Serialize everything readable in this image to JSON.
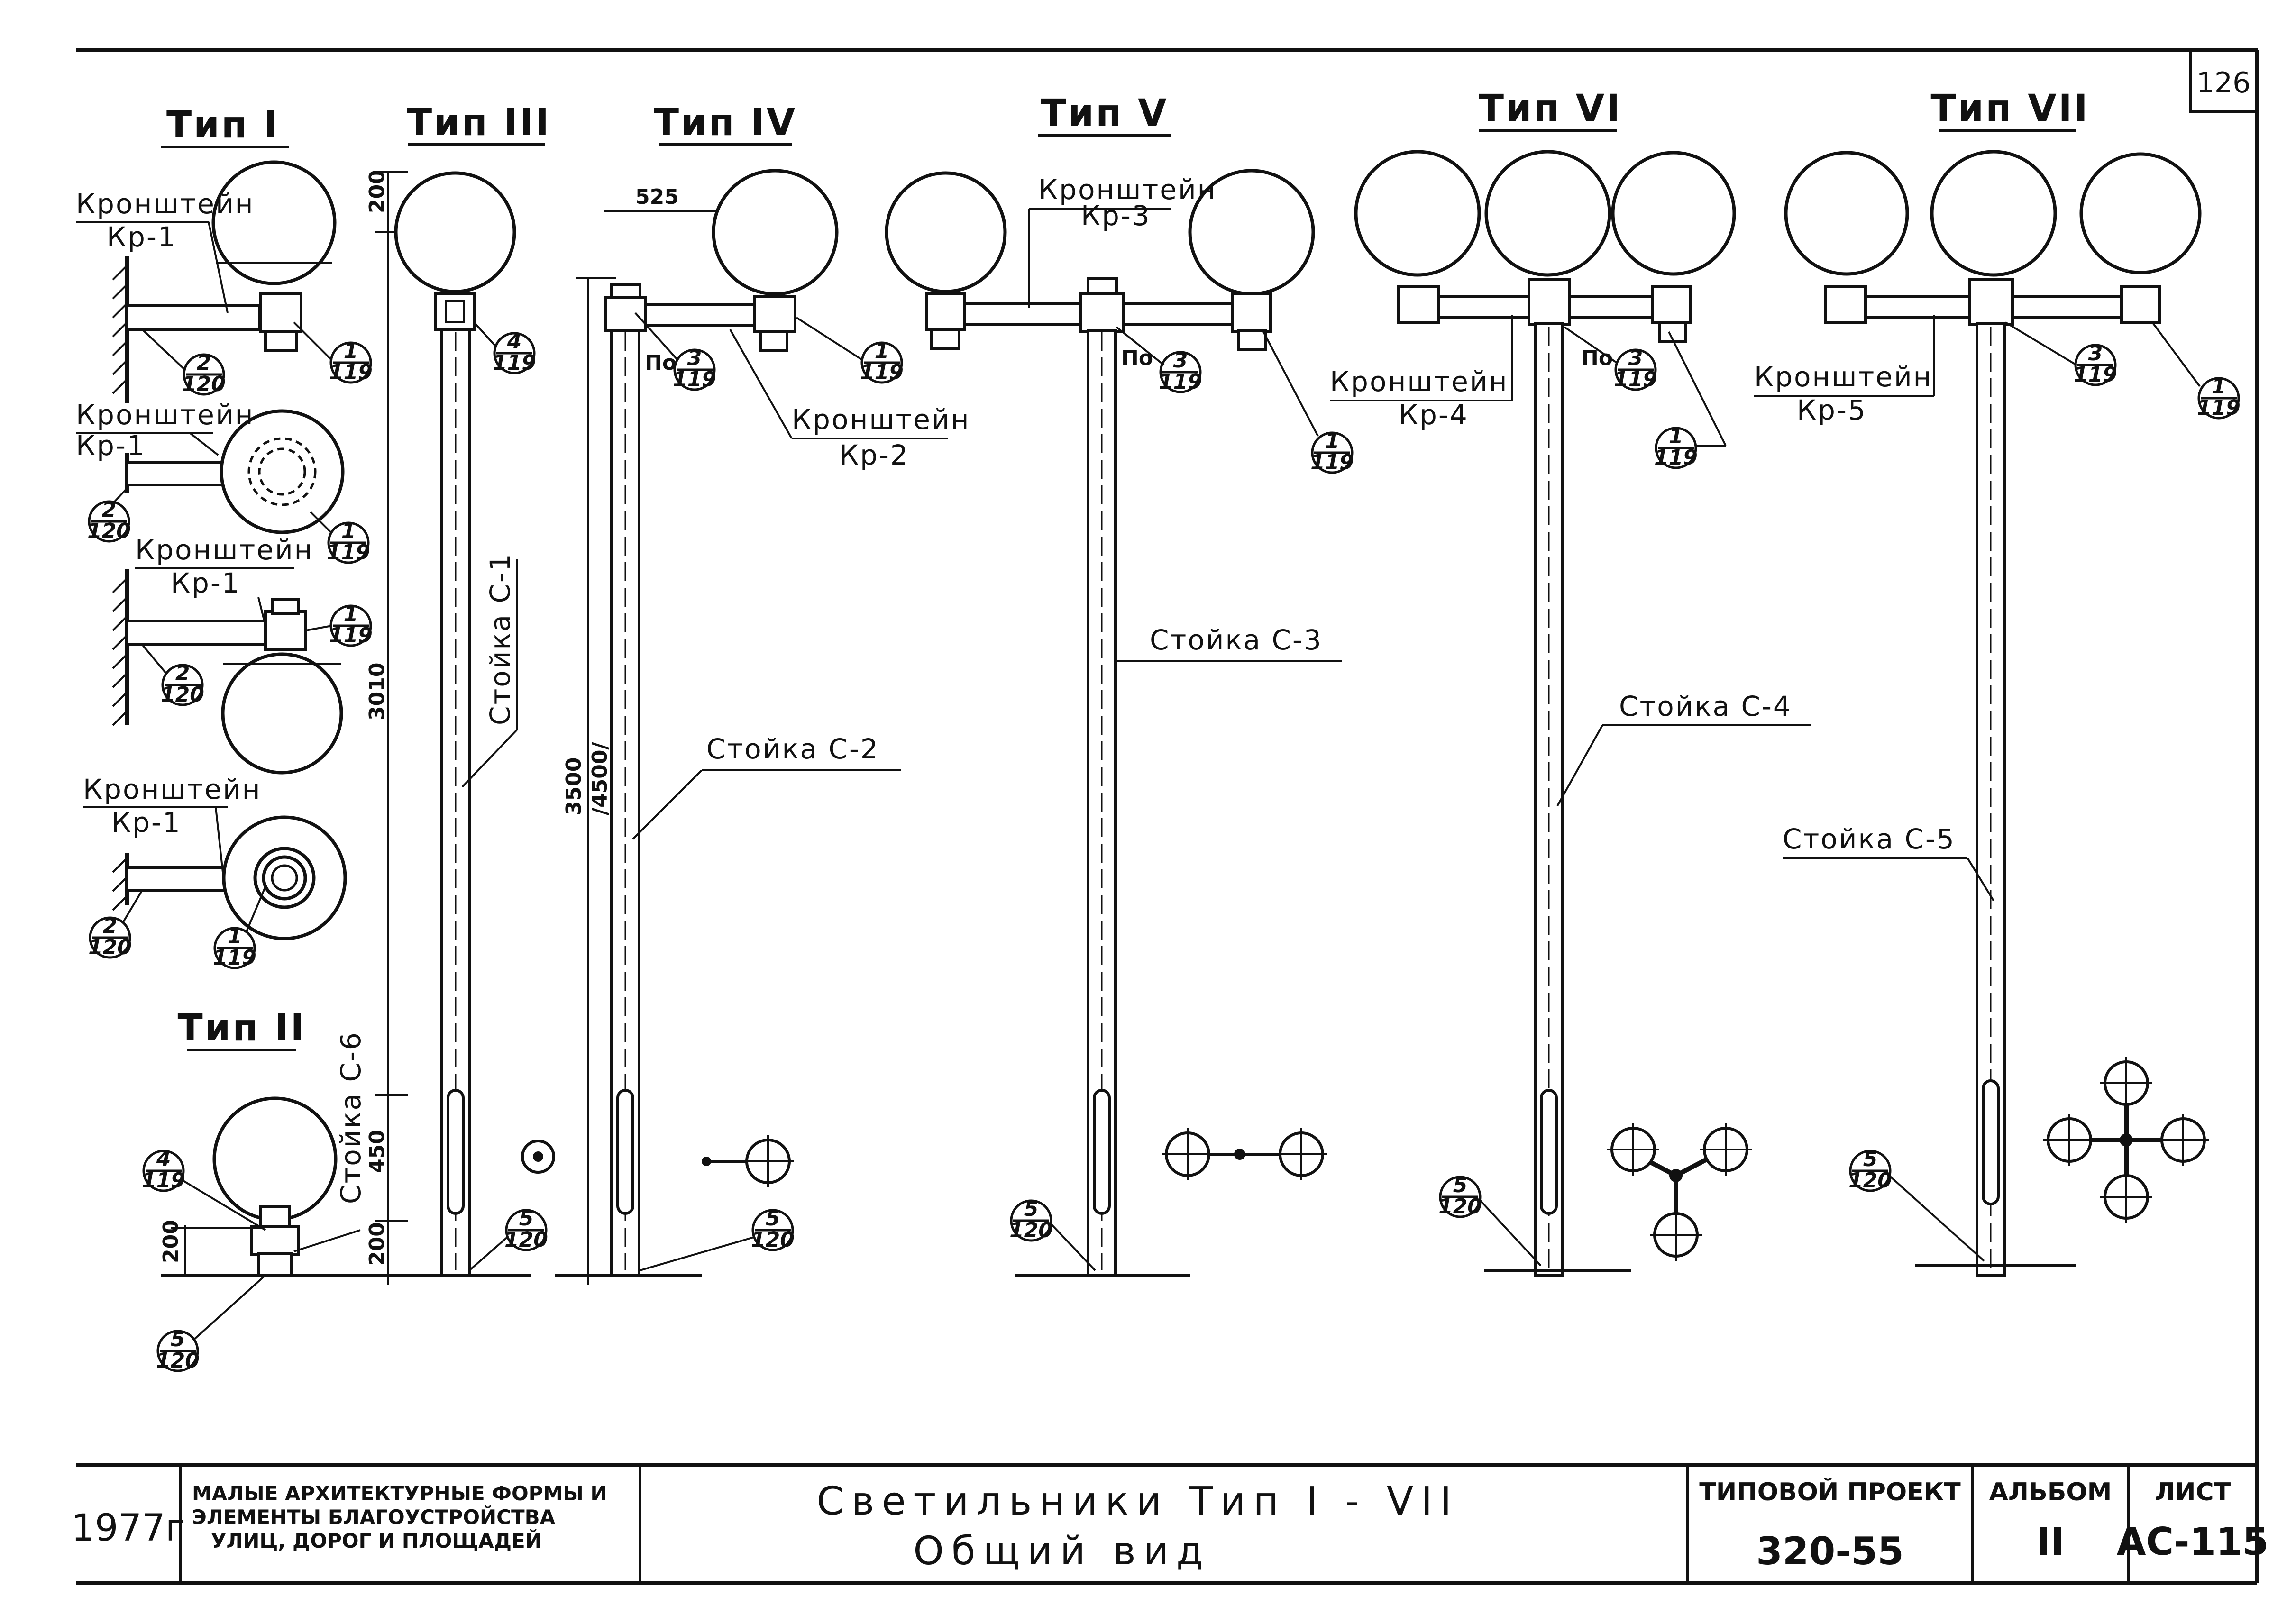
{
  "sheet_number": "126",
  "headings": {
    "type1": "Тип I",
    "type2": "Тип II",
    "type3": "Тип III",
    "type4": "Тип IV",
    "type5": "Тип V",
    "type6": "Тип VI",
    "type7": "Тип VII"
  },
  "labels": {
    "bracket": "Кронштейн",
    "kr1": "Кр-1",
    "kr2": "Кр-2",
    "kr3": "Кр-3",
    "kr4": "Кр-4",
    "kr5": "Кр-5",
    "post_c1": "Стойка С-1",
    "post_c2": "Стойка С-2",
    "post_c3": "Стойка С-3",
    "post_c4": "Стойка С-4",
    "post_c5": "Стойка С-5",
    "post_c6": "Стойка С-6",
    "po": "По"
  },
  "callouts": {
    "r1_119": {
      "top": "1",
      "bottom": "119"
    },
    "r2_120": {
      "top": "2",
      "bottom": "120"
    },
    "r3_119": {
      "top": "3",
      "bottom": "119"
    },
    "r4_119": {
      "top": "4",
      "bottom": "119"
    },
    "r5_120": {
      "top": "5",
      "bottom": "120"
    }
  },
  "dimensions": {
    "d200": "200",
    "d3010": "3010",
    "d450": "450",
    "d3500": "3500",
    "d4500": "/4500/",
    "d525": "525"
  },
  "title_block": {
    "year": "1977г",
    "org_line1": "МАЛЫЕ АРХИТЕКТУРНЫЕ ФОРМЫ И",
    "org_line2": "ЭЛЕМЕНТЫ БЛАГОУСТРОЙСТВА",
    "org_line3": "УЛИЦ, ДОРОГ И ПЛОЩАДЕЙ",
    "title_line1": "Светильники Тип I - VII",
    "title_line2": "Общий вид",
    "project_label": "ТИПОВОЙ ПРОЕКТ",
    "project_value": "320-55",
    "album_label": "АЛЬБОМ",
    "album_value": "II",
    "sheet_label": "ЛИСТ",
    "sheet_value": "АС-115"
  }
}
